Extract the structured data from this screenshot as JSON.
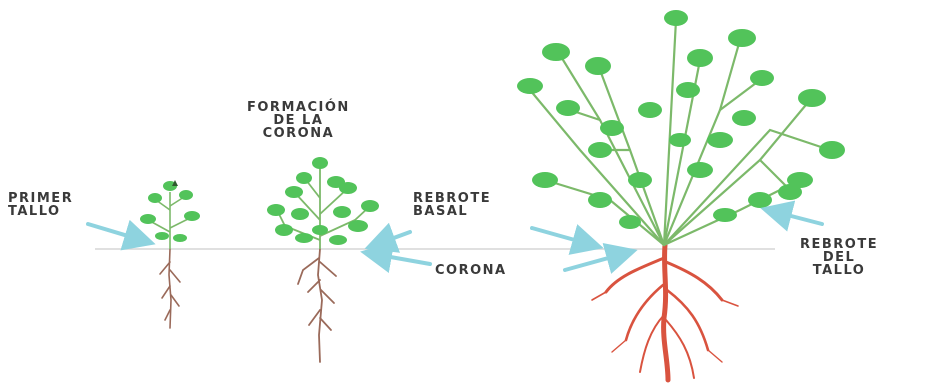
{
  "labels": {
    "primer_tallo": [
      "PRIMER",
      "TALLO"
    ],
    "formacion_corona": [
      "FORMACIÓN",
      "DE LA",
      "CORONA"
    ],
    "rebrote_basal": [
      "REBROTE",
      "BASAL"
    ],
    "corona": [
      "CORONA"
    ],
    "rebrote_tallo": [
      "REBROTE",
      "DEL",
      "TALLO"
    ]
  },
  "colors": {
    "leaf": "#52c35a",
    "leaf_dark": "#2f9a3c",
    "stem": "#7cb96a",
    "root_small": "#9a6a5a",
    "root_large": "#d9533f",
    "arrow": "#8ed3df",
    "ground": "#d6d6d6",
    "text": "#3a3a3a"
  }
}
